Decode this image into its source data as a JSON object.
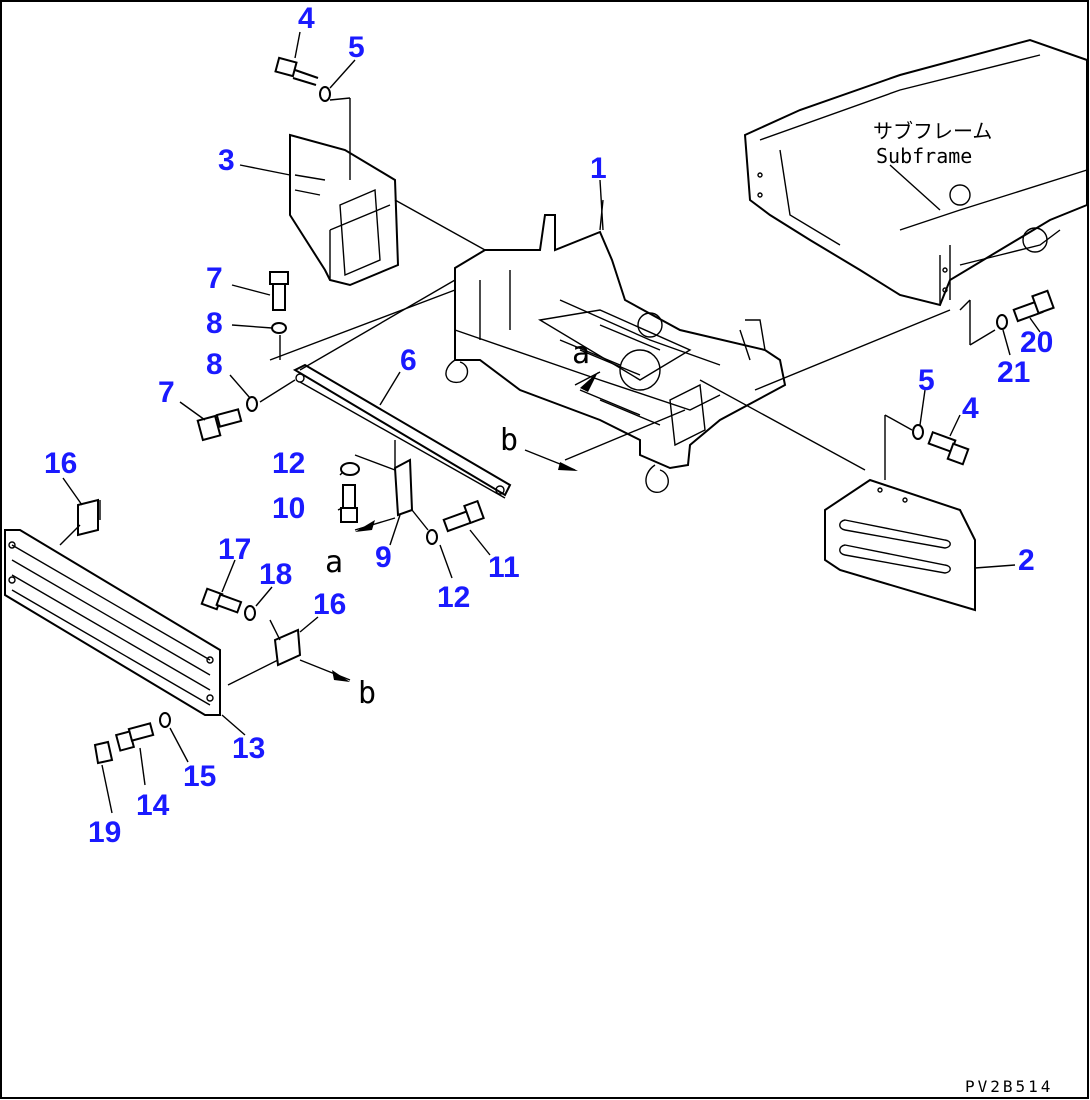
{
  "diagram": {
    "drawing_code": "PV2B514",
    "subframe_jp": "サブフレーム",
    "subframe_en": "Subframe",
    "ref_a": "a",
    "ref_b": "b",
    "callouts": {
      "c1": "1",
      "c2": "2",
      "c3": "3",
      "c4_top": "4",
      "c4_right": "4",
      "c5_top": "5",
      "c5_right": "5",
      "c6": "6",
      "c7_top": "7",
      "c7_left": "7",
      "c8_top": "8",
      "c8_left": "8",
      "c9": "9",
      "c10": "10",
      "c11": "11",
      "c12_top": "12",
      "c12_bottom": "12",
      "c13": "13",
      "c14": "14",
      "c15": "15",
      "c16_left": "16",
      "c16_right": "16",
      "c17": "17",
      "c18": "18",
      "c19": "19",
      "c20": "20",
      "c21": "21"
    }
  }
}
